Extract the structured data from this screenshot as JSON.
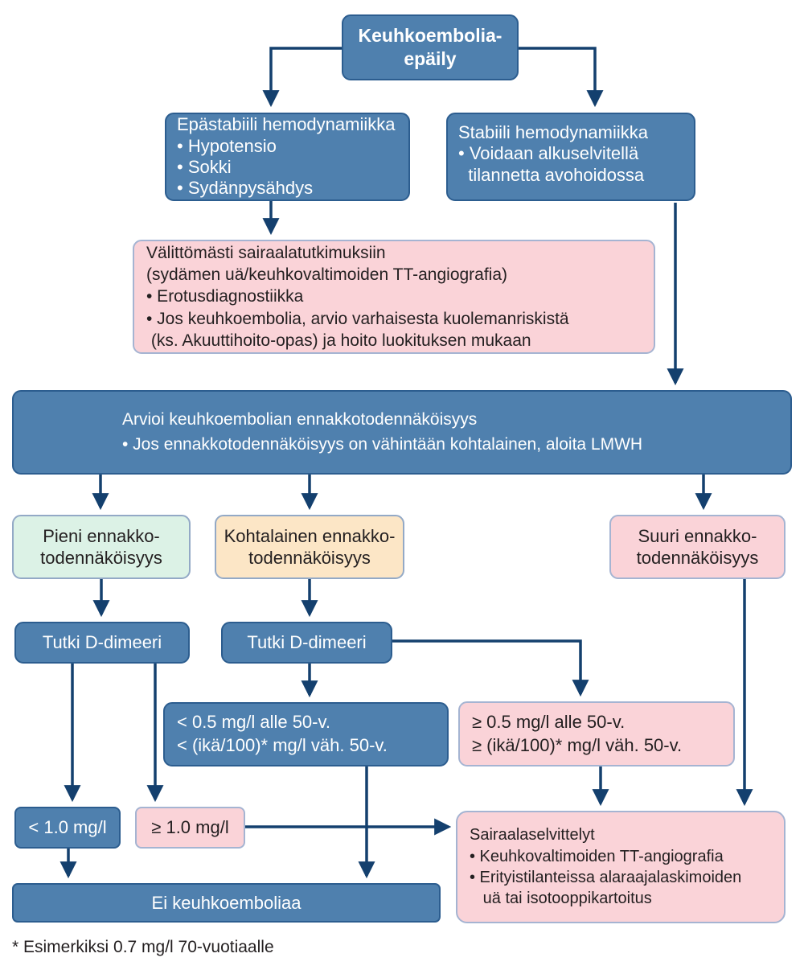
{
  "diagram": {
    "nodes": {
      "suspicion": {
        "lines": [
          "Keuhkoembolia-",
          "epäily"
        ]
      },
      "unstable": {
        "lines": [
          "Epästabiili hemodynamiikka",
          "• Hypotensio",
          "• Sokki",
          "• Sydänpysähdys"
        ]
      },
      "stable": {
        "lines": [
          "Stabiili hemodynamiikka",
          "• Voidaan alkuselvitellä",
          "  tilannetta avohoidossa"
        ]
      },
      "immediate": {
        "lines": [
          "Välittömästi sairaalatutkimuksiin",
          "(sydämen uä/keuhkovaltimoiden TT-angiografia)",
          "• Erotusdiagnostiikka",
          "• Jos keuhkoembolia, arvio varhaisesta kuolemanriskistä",
          " (ks. Akuuttihoito-opas) ja hoito luokituksen mukaan"
        ]
      },
      "assess": {
        "lines": [
          "Arvioi keuhkoembolian ennakkotodennäköisyys",
          "• Jos ennakkotodennäköisyys on vähintään kohtalainen, aloita LMWH"
        ]
      },
      "low_probability": {
        "lines": [
          "Pieni ennakko-",
          "todennäköisyys"
        ]
      },
      "moderate_probability": {
        "lines": [
          "Kohtalainen ennakko-",
          "todennäköisyys"
        ]
      },
      "high_probability": {
        "lines": [
          "Suuri ennakko-",
          "todennäköisyys"
        ]
      },
      "ddimer_left": {
        "label": "Tutki D-dimeeri"
      },
      "ddimer_mid": {
        "label": "Tutki D-dimeeri"
      },
      "below_threshold": {
        "lines": [
          "< 0.5 mg/l alle 50-v.",
          "< (ikä/100)* mg/l väh. 50-v."
        ]
      },
      "above_threshold": {
        "lines": [
          "≥ 0.5 mg/l alle 50-v.",
          "≥ (ikä/100)* mg/l väh. 50-v."
        ]
      },
      "below_one": {
        "label": "< 1.0 mg/l"
      },
      "above_one": {
        "label": "≥ 1.0 mg/l"
      },
      "no_embolism": {
        "label": "Ei keuhkoemboliaa"
      },
      "hospital": {
        "lines": [
          "Sairaalaselvittelyt",
          "• Keuhkovaltimoiden TT-angiografia",
          "• Erityistilanteissa alaraajalaskimoiden",
          "   uä tai isotooppikartoitus"
        ]
      }
    },
    "footnote": "* Esimerkiksi 0.7 mg/l 70-vuotiaalle",
    "colors": {
      "node_blue": "#4f80ae",
      "node_blue_border": "#2c5d8f",
      "node_pink": "#fad3d8",
      "node_green": "#dcf2e6",
      "node_cream": "#fce6c6",
      "light_border": "#a5b4d2",
      "arrow": "#14406e",
      "text_light": "#ffffff",
      "text_dark": "#231f20"
    }
  }
}
